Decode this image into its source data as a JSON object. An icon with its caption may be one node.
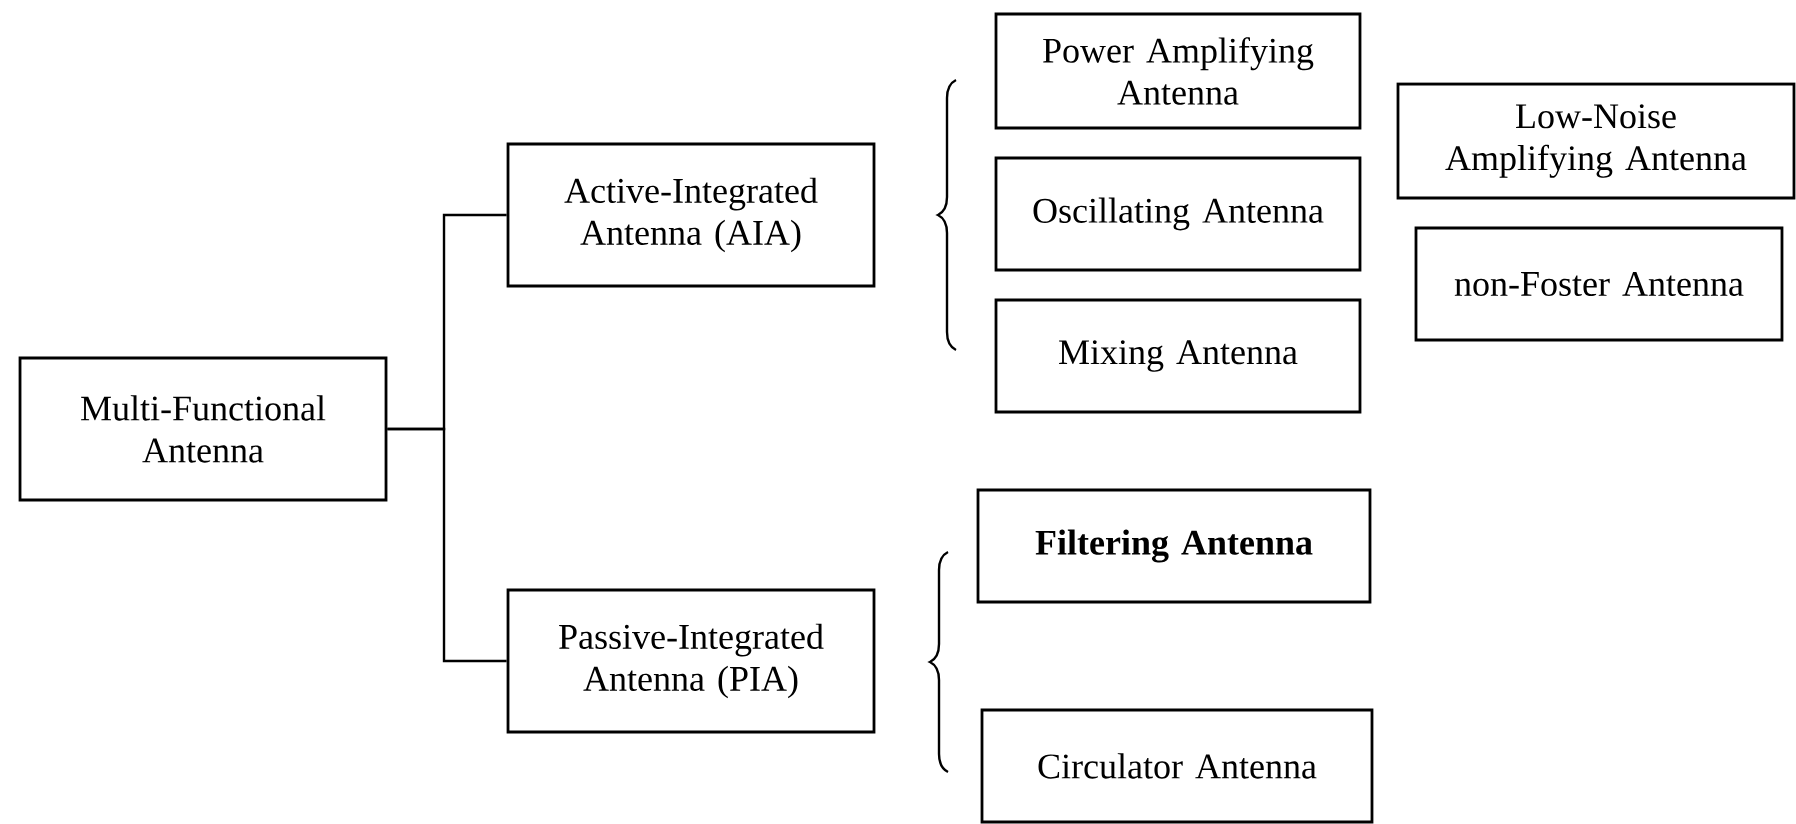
{
  "diagram": {
    "nodes": [
      {
        "text": [
          "Multi-Functional Antenna"
        ]
      },
      {
        "text": [
          "Active-Integrated Antenna (AIA)"
        ]
      },
      {
        "text": [
          "Passive-Integrated Antenna (PIA)"
        ]
      },
      {
        "text": [
          "Power Amplifying Antenna"
        ]
      },
      {
        "text": [
          "Oscillating Antenna"
        ]
      },
      {
        "text": [
          "Mixing Antenna"
        ]
      },
      {
        "text": [
          "Low-Noise Amplifying Antenna"
        ]
      },
      {
        "text": [
          "non-Foster Antenna"
        ]
      },
      {
        "text": [
          "Filtering Antenna"
        ]
      },
      {
        "text": [
          "Circulator Antenna"
        ]
      }
    ],
    "edges": [
      {
        "from": 0,
        "to": 1,
        "arrow": "none"
      },
      {
        "from": 0,
        "to": 2,
        "arrow": "none"
      }
    ]
  }
}
